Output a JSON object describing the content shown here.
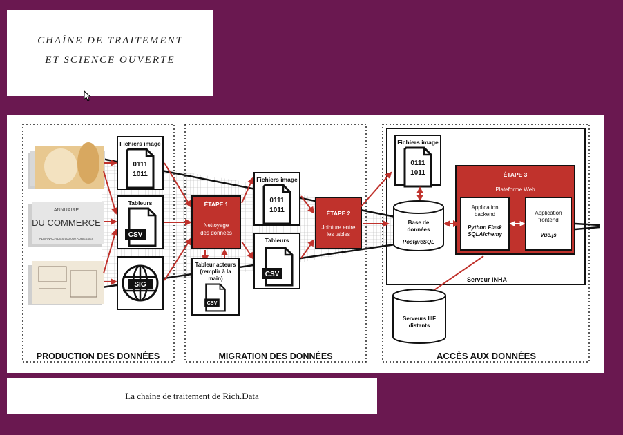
{
  "slide_title": {
    "line1": "CHAÎNE DE TRAITEMENT",
    "line2": "ET SCIENCE OUVERTE"
  },
  "caption": "La chaîne de traitement de Rich.Data",
  "sections": {
    "production": "PRODUCTION DES DONNÉES",
    "migration": "MIGRATION DES DONNÉES",
    "access": "ACCÈS AUX DONNÉES"
  },
  "nodes": {
    "images_1": "Fichiers image",
    "tables_1": "Tableurs",
    "images_2": "Fichiers image",
    "tables_2": "Tableurs",
    "actors_table": [
      "Tableur acteurs",
      "(remplir à la",
      "main)"
    ],
    "images_3": "Fichiers image",
    "database": [
      "Base de",
      "données"
    ],
    "database_tech": "PostgreSQL",
    "iiif": [
      "Serveurs IIIF",
      "distants"
    ],
    "server": "Serveur INHA"
  },
  "steps": {
    "step1": {
      "label": "ÉTAPE 1",
      "desc": [
        "Nettoyage",
        "des données"
      ]
    },
    "step2": {
      "label": "ÉTAPE 2",
      "desc": [
        "Jointure entre",
        "les tables"
      ]
    },
    "step3": {
      "label": "ÉTAPE 3",
      "desc": "Plateforme Web"
    }
  },
  "apps": {
    "backend": [
      "Application",
      "backend"
    ],
    "backend_tech": [
      "Python Flask",
      "SQLAlchemy"
    ],
    "frontend": [
      "Application",
      "frontend"
    ],
    "frontend_tech": "Vue.js"
  },
  "icon_texts": {
    "binary_top": "0111",
    "binary_bottom": "1011",
    "csv": "CSV",
    "sig": "SIG"
  },
  "thumbnails": {
    "annuaire": "ANNUAIRE",
    "commerce": "DU COMMERCE",
    "almanach": "ALMANACH DES 500,000 ADRESSES"
  },
  "colors": {
    "background": "#6a1850",
    "step_fill": "#c0322c",
    "step_dark": "#a8221f",
    "arrow": "#c0322c"
  }
}
